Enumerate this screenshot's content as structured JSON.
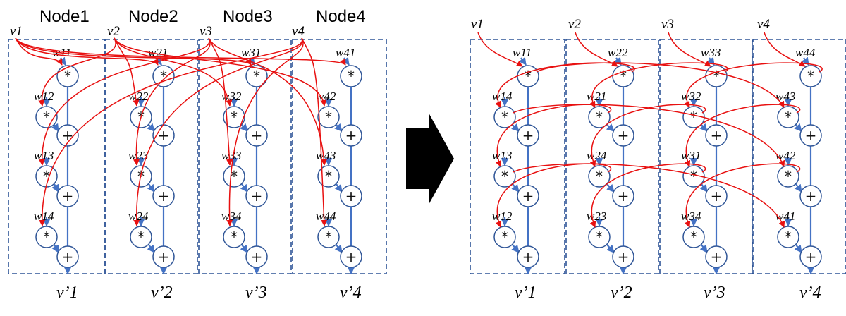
{
  "left": {
    "node_titles": [
      "Node1",
      "Node2",
      "Node3",
      "Node4"
    ],
    "inputs": [
      "v1",
      "v2",
      "v3",
      "v4"
    ],
    "weights": [
      [
        "w11",
        "w12",
        "w13",
        "w14"
      ],
      [
        "w21",
        "w22",
        "w23",
        "w24"
      ],
      [
        "w31",
        "w32",
        "w33",
        "w34"
      ],
      [
        "w41",
        "w42",
        "w43",
        "w44"
      ]
    ],
    "outputs": [
      "v’1",
      "v’2",
      "v’3",
      "v’4"
    ]
  },
  "right": {
    "inputs": [
      "v1",
      "v2",
      "v3",
      "v4"
    ],
    "weights": [
      [
        "w11",
        "w14",
        "w13",
        "w12"
      ],
      [
        "w22",
        "w21",
        "w24",
        "w23"
      ],
      [
        "w33",
        "w32",
        "w31",
        "w34"
      ],
      [
        "w44",
        "w43",
        "w42",
        "w41"
      ]
    ],
    "outputs": [
      "v’1",
      "v’2",
      "v’3",
      "v’4"
    ]
  },
  "operators": {
    "multiply": "*",
    "add": "+"
  },
  "arrow_icon": "right-arrow-icon",
  "colors": {
    "dataflow": "#4472c4",
    "broadcast": "#e81010",
    "node_border": "#2f5597"
  }
}
